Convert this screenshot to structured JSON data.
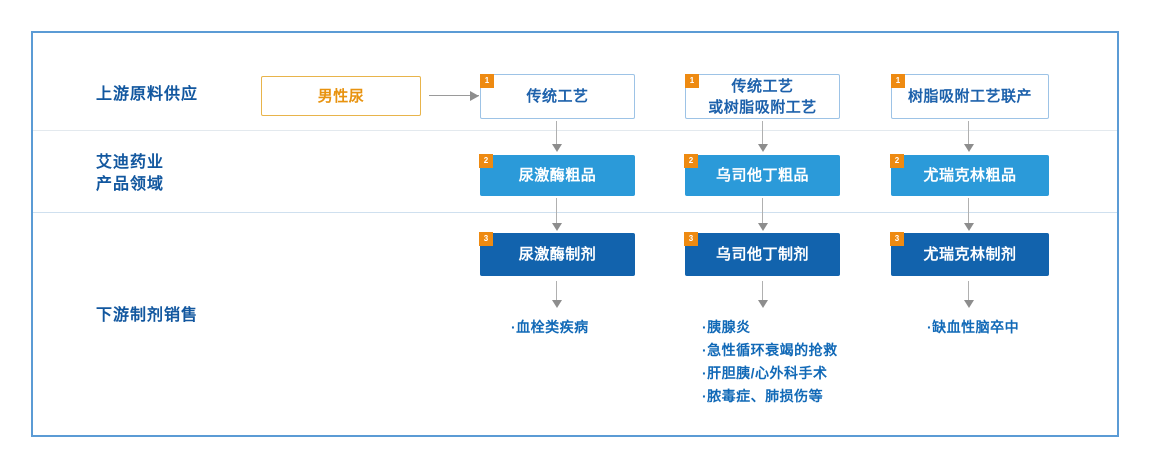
{
  "diagram": {
    "rows": [
      {
        "label": "上游原料供应"
      },
      {
        "label": "艾迪药业\n产品领域"
      },
      {
        "label": "下游制剂销售"
      }
    ],
    "source_node": {
      "label": "男性尿"
    },
    "stage1": [
      {
        "badge": "1",
        "label": "传统工艺"
      },
      {
        "badge": "1",
        "label": "传统工艺\n或树脂吸附工艺"
      },
      {
        "badge": "1",
        "label": "树脂吸附工艺联产"
      }
    ],
    "stage2": [
      {
        "badge": "2",
        "label": "尿激酶粗品"
      },
      {
        "badge": "2",
        "label": "乌司他丁粗品"
      },
      {
        "badge": "2",
        "label": "尤瑞克林粗品"
      }
    ],
    "stage3": [
      {
        "badge": "3",
        "label": "尿激酶制剂"
      },
      {
        "badge": "3",
        "label": "乌司他丁制剂"
      },
      {
        "badge": "3",
        "label": "尤瑞克林制剂"
      }
    ],
    "outcomes": [
      {
        "items": [
          "·血栓类疾病"
        ]
      },
      {
        "items": [
          "·胰腺炎",
          "·急性循环衰竭的抢救",
          "·肝胆胰/心外科手术",
          "·脓毒症、肺损伤等"
        ]
      },
      {
        "items": [
          "·缺血性脑卒中"
        ]
      }
    ],
    "colors": {
      "frame_border": "#5b9bd5",
      "source_border": "#e8b44b",
      "source_text": "#e8930f",
      "stage1_border": "#9dc3e6",
      "stage1_text": "#1d61ab",
      "stage2_fill": "#2b9ad9",
      "stage3_fill": "#1263ad",
      "badge_fill": "#ee8a11",
      "label_text": "#12579f",
      "outcome_text": "#1169b7",
      "arrow": "#8d8d8d"
    }
  }
}
